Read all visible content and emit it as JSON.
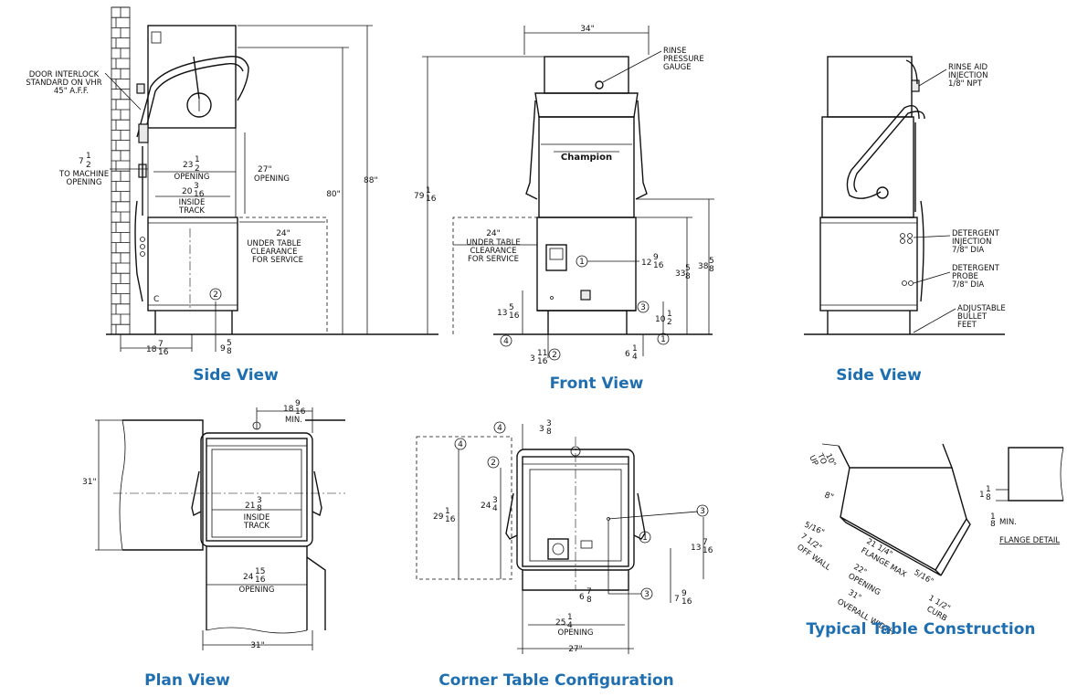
{
  "captions": {
    "side_left": "Side View",
    "front": "Front View",
    "side_right": "Side View",
    "plan": "Plan View",
    "corner": "Corner Table Configuration",
    "table": "Typical Table Construction"
  },
  "side_view_left": {
    "door_interlock": [
      "DOOR INTERLOCK",
      "STANDARD ON VHR",
      "45\" A.F.F."
    ],
    "to_machine": [
      "7",
      "1",
      "2",
      "TO MACHINE",
      "OPENING"
    ],
    "opening_width": [
      "23",
      "1",
      "2",
      "OPENING"
    ],
    "opening_height": [
      "27\"",
      "OPENING"
    ],
    "inside_track": [
      "20",
      "3",
      "16",
      "INSIDE",
      "TRACK"
    ],
    "under_table": [
      "24\"",
      "UNDER TABLE",
      "CLEARANCE",
      "FOR SERVICE"
    ],
    "height_80": "80\"",
    "height_88": "88\"",
    "bottom_left": [
      "18",
      "7",
      "16"
    ],
    "bottom_mid": [
      "9",
      "5",
      "8"
    ],
    "circle_2": "2",
    "centerline": "C"
  },
  "front_view": {
    "width_top": "34\"",
    "rinse_gauge": [
      "RINSE",
      "PRESSURE",
      "GAUGE"
    ],
    "brand": "Champion",
    "height_79": [
      "79",
      "1",
      "16"
    ],
    "under_table": [
      "24\"",
      "UNDER TABLE",
      "CLEARANCE",
      "FOR SERVICE"
    ],
    "dim_12": [
      "12",
      "9",
      "16"
    ],
    "dim_33": [
      "33",
      "5",
      "8"
    ],
    "dim_38": [
      "38",
      "5",
      "8"
    ],
    "dim_13": [
      "13",
      "5",
      "16"
    ],
    "dim_10": [
      "10",
      "1",
      "2"
    ],
    "dim_3": [
      "3",
      "11",
      "16"
    ],
    "dim_6": [
      "6",
      "1",
      "4"
    ],
    "circles": [
      "1",
      "2",
      "3",
      "4",
      "1"
    ]
  },
  "side_view_right": {
    "rinse_aid": [
      "RINSE AID",
      "INJECTION",
      "1/8\" NPT"
    ],
    "det_injection": [
      "DETERGENT",
      "INJECTION",
      "7/8\" DIA"
    ],
    "det_probe": [
      "DETERGENT",
      "PROBE",
      "7/8\" DIA"
    ],
    "bullet_feet": [
      "ADJUSTABLE",
      "BULLET",
      "FEET"
    ]
  },
  "plan_view": {
    "dim_18": [
      "18",
      "9",
      "16",
      "MIN."
    ],
    "dim_31_side": "31\"",
    "inside_track": [
      "21",
      "3",
      "8",
      "INSIDE",
      "TRACK"
    ],
    "opening": [
      "24",
      "15",
      "16",
      "OPENING"
    ],
    "dim_31_bottom": "31\""
  },
  "corner_view": {
    "circle_4_top": "4",
    "dim_3_3_8": [
      "3",
      "3",
      "8"
    ],
    "circle_4": "4",
    "circle_2": "2",
    "circle_3": "3",
    "circle_1": "1",
    "circle_3b": "3",
    "dim_29": [
      "29",
      "1",
      "16"
    ],
    "dim_24": [
      "24",
      "3",
      "4"
    ],
    "dim_13": [
      "13",
      "7",
      "16"
    ],
    "dim_6": [
      "6",
      "7",
      "8"
    ],
    "dim_7": [
      "7",
      "9",
      "16"
    ],
    "opening": [
      "25",
      "1",
      "4",
      "OPENING"
    ],
    "dim_27": "27\""
  },
  "table_construction": {
    "up_to": [
      "UP",
      "TO",
      "10\""
    ],
    "dim_8": "8\"",
    "dim_5_16_left": "5/16\"",
    "off_wall": [
      "7 1/2\"",
      "OFF WALL"
    ],
    "flange_max": [
      "21 1/4\"",
      "FLANGE MAX"
    ],
    "opening": [
      "22\"",
      "OPENING"
    ],
    "overall": [
      "31\"",
      "OVERALL WIDTH"
    ],
    "dim_5_16_right": "5/16\"",
    "curb": [
      "1 1/2\"",
      "CURB"
    ],
    "flange_dim": [
      "1",
      "1",
      "8"
    ],
    "min": [
      "1",
      "8",
      "MIN."
    ],
    "flange_detail": "FLANGE DETAIL"
  }
}
